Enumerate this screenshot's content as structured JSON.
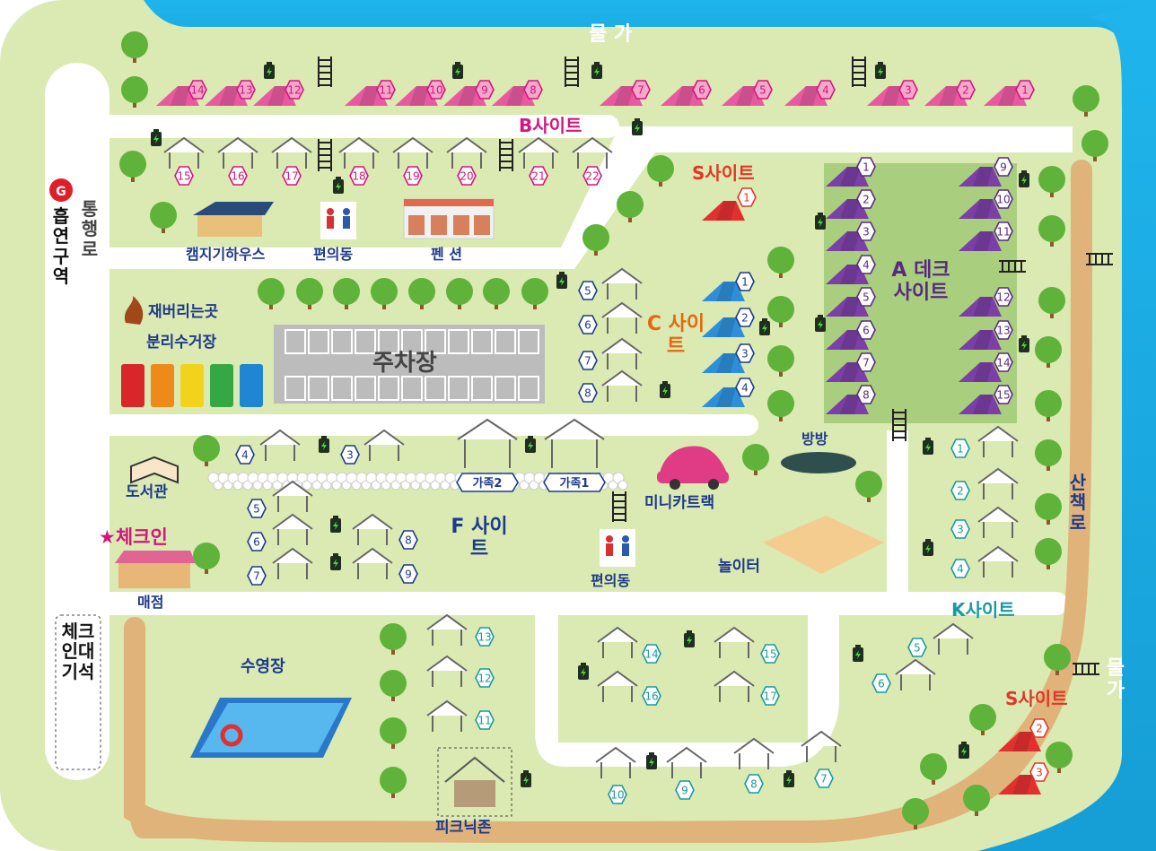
{
  "water": {
    "top": "물 가",
    "right": "물 가"
  },
  "sites": {
    "b": "B사이트",
    "s_top": "S사이트",
    "s_bottom": "S사이트",
    "c": "C 사이트",
    "a": "A 데크 사이트",
    "f": "F 사이트",
    "k": "K사이트"
  },
  "facilities": {
    "camping_house": "캠지기하우스",
    "restroom_top": "편의동",
    "pension": "펜 션",
    "trash": "재버리는곳",
    "recycle": "분리수거장",
    "parking": "주차장",
    "library": "도서관",
    "checkin": "★체크인",
    "store": "매점",
    "restroom_mid": "편의동",
    "minikart": "미니카트랙",
    "trampoline": "방방",
    "playground": "놀이터",
    "pool": "수영장",
    "picnic": "피크닉존",
    "trail": "산책로"
  },
  "roads": {
    "left_road": "흡연구역",
    "left_path": "통행로",
    "waiting": "체크인대기석"
  },
  "family": [
    "가족2",
    "가족1"
  ],
  "b_tents": [
    "14",
    "13",
    "12",
    "11",
    "10",
    "9",
    "8",
    "7",
    "6",
    "5",
    "4",
    "3",
    "2",
    "1"
  ],
  "b_cabins": [
    "15",
    "16",
    "17",
    "18",
    "19",
    "20",
    "21",
    "22"
  ],
  "s_top_tent": "1",
  "c_cabins": [
    "5",
    "6",
    "7",
    "8"
  ],
  "c_tents": [
    "1",
    "2",
    "3",
    "4"
  ],
  "a_left": [
    "1",
    "2",
    "3",
    "4",
    "5",
    "6",
    "7",
    "8"
  ],
  "a_right": [
    "9",
    "10",
    "11",
    "12",
    "13",
    "14",
    "15"
  ],
  "f_row1": [
    "4",
    "3"
  ],
  "f_left": [
    "5",
    "6",
    "7"
  ],
  "f_right": [
    "8",
    "9"
  ],
  "k_cabins": [
    "1",
    "2",
    "3",
    "4",
    "5",
    "6"
  ],
  "bottom_cabins": [
    "13",
    "12",
    "11",
    "14",
    "16",
    "15",
    "17",
    "10",
    "9",
    "8",
    "7"
  ],
  "s_bottom_tents": [
    "2",
    "3"
  ],
  "colors": {
    "grass": "#dbe9b2",
    "water": "#1eb0e8",
    "road": "#ffffff",
    "trail": "#e0b37a",
    "pink_tent": "#e85aa0",
    "purple_tent": "#7b3fa6",
    "blue_tent": "#2e8fd8",
    "red_tent": "#e23030"
  }
}
